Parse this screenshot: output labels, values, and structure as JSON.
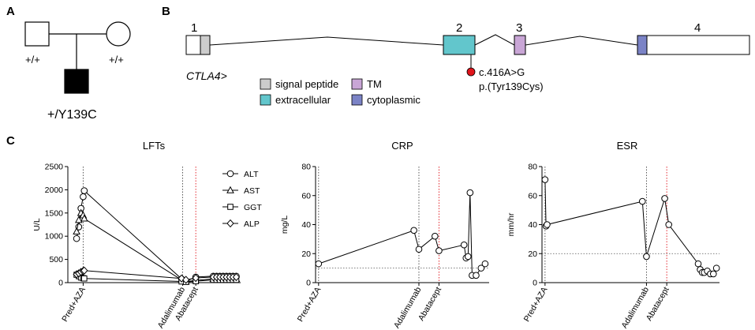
{
  "panels": {
    "a": "A",
    "b": "B",
    "c": "C"
  },
  "pedigree": {
    "father_genotype": "+/+",
    "mother_genotype": "+/+",
    "proband_genotype": "+/Y139C"
  },
  "gene": {
    "name": "CTLA4>",
    "exon_numbers": [
      "1",
      "2",
      "3",
      "4"
    ],
    "variant_c": "c.416A>G",
    "variant_p": "p.(Tyr139Cys)",
    "legend": [
      {
        "label": "signal peptide",
        "color": "#cccccc"
      },
      {
        "label": "TM",
        "color": "#c9a6d6"
      },
      {
        "label": "extracellular",
        "color": "#62c6cc"
      },
      {
        "label": "cytoplasmic",
        "color": "#7b83c6"
      }
    ],
    "variant_color": "#e0141b"
  },
  "chart_data": [
    {
      "type": "line",
      "title": "LFTs",
      "ylabel": "U/L",
      "xlabel": "",
      "ylim": [
        0,
        2500
      ],
      "yticks": [
        "0",
        "500",
        "1000",
        "1500",
        "2000",
        "2500"
      ],
      "event_labels": [
        "Pred+AZA",
        "Adalimumab",
        "Abatacept"
      ],
      "event_x": [
        0.9,
        10,
        11.2
      ],
      "series": [
        {
          "name": "ALT",
          "marker": "circle",
          "x": [
            0.3,
            0.5,
            0.7,
            0.9,
            1.0,
            9.9,
            10.3,
            11.2,
            12.8,
            13.1,
            13.4,
            13.7,
            14.0,
            14.3,
            14.6,
            14.9
          ],
          "values": [
            950,
            1200,
            1600,
            1850,
            1980,
            80,
            30,
            120,
            140,
            140,
            140,
            140,
            140,
            140,
            140,
            140
          ]
        },
        {
          "name": "AST",
          "marker": "triangle",
          "x": [
            0.3,
            0.5,
            0.7,
            0.9,
            1.0,
            9.9,
            10.3,
            11.2,
            12.8,
            13.1,
            13.4,
            13.7,
            14.0,
            14.3,
            14.6,
            14.9
          ],
          "values": [
            1100,
            1350,
            1500,
            1450,
            1380,
            60,
            20,
            50,
            80,
            80,
            80,
            80,
            80,
            80,
            80,
            80
          ]
        },
        {
          "name": "GGT",
          "marker": "square",
          "x": [
            0.3,
            0.5,
            0.7,
            0.9,
            1.0,
            9.9,
            10.3,
            11.2,
            12.8,
            13.1,
            13.4,
            13.7,
            14.0,
            14.3,
            14.6,
            14.9
          ],
          "values": [
            170,
            140,
            110,
            95,
            90,
            25,
            15,
            30,
            60,
            60,
            60,
            60,
            60,
            60,
            60,
            60
          ]
        },
        {
          "name": "ALP",
          "marker": "diamond",
          "x": [
            0.3,
            0.5,
            0.7,
            0.9,
            1.0,
            9.9,
            10.3,
            11.2,
            12.8,
            13.1,
            13.4,
            13.7,
            14.0,
            14.3,
            14.6,
            14.9
          ],
          "values": [
            180,
            200,
            230,
            250,
            260,
            90,
            60,
            100,
            120,
            120,
            120,
            120,
            120,
            120,
            120,
            120
          ]
        }
      ]
    },
    {
      "type": "line",
      "title": "CRP",
      "ylabel": "mg/L",
      "xlabel": "",
      "ylim": [
        0,
        80
      ],
      "yticks": [
        "0",
        "20",
        "40",
        "60",
        "80"
      ],
      "reference_line": 10,
      "event_labels": [
        "Pred+AZA",
        "Adalimumab",
        "Abatacept"
      ],
      "event_x": [
        0,
        10,
        12
      ],
      "series": [
        {
          "name": "CRP",
          "marker": "circle",
          "x": [
            0.0,
            9.5,
            10.0,
            11.6,
            12.0,
            14.5,
            14.7,
            14.9,
            15.1,
            15.3,
            15.7,
            16.2,
            16.6
          ],
          "values": [
            13,
            36,
            23,
            32,
            22,
            26,
            17,
            18,
            62,
            5,
            5,
            10,
            13
          ]
        }
      ]
    },
    {
      "type": "line",
      "title": "ESR",
      "ylabel": "mm/hr",
      "xlabel": "",
      "ylim": [
        0,
        80
      ],
      "yticks": [
        "0",
        "20",
        "40",
        "60",
        "80"
      ],
      "reference_line": 20,
      "event_labels": [
        "Pred+AZA",
        "Adalimumab",
        "Abatacept"
      ],
      "event_x": [
        0,
        10,
        12
      ],
      "series": [
        {
          "name": "ESR",
          "marker": "circle",
          "x": [
            0.0,
            0.1,
            0.2,
            9.6,
            10.0,
            11.8,
            12.2,
            15.1,
            15.3,
            15.5,
            15.7,
            16.0,
            16.3,
            16.6,
            16.9
          ],
          "values": [
            71,
            39,
            40,
            56,
            18,
            58,
            40,
            13,
            9,
            7,
            7,
            8,
            6,
            6,
            10
          ]
        }
      ]
    }
  ]
}
